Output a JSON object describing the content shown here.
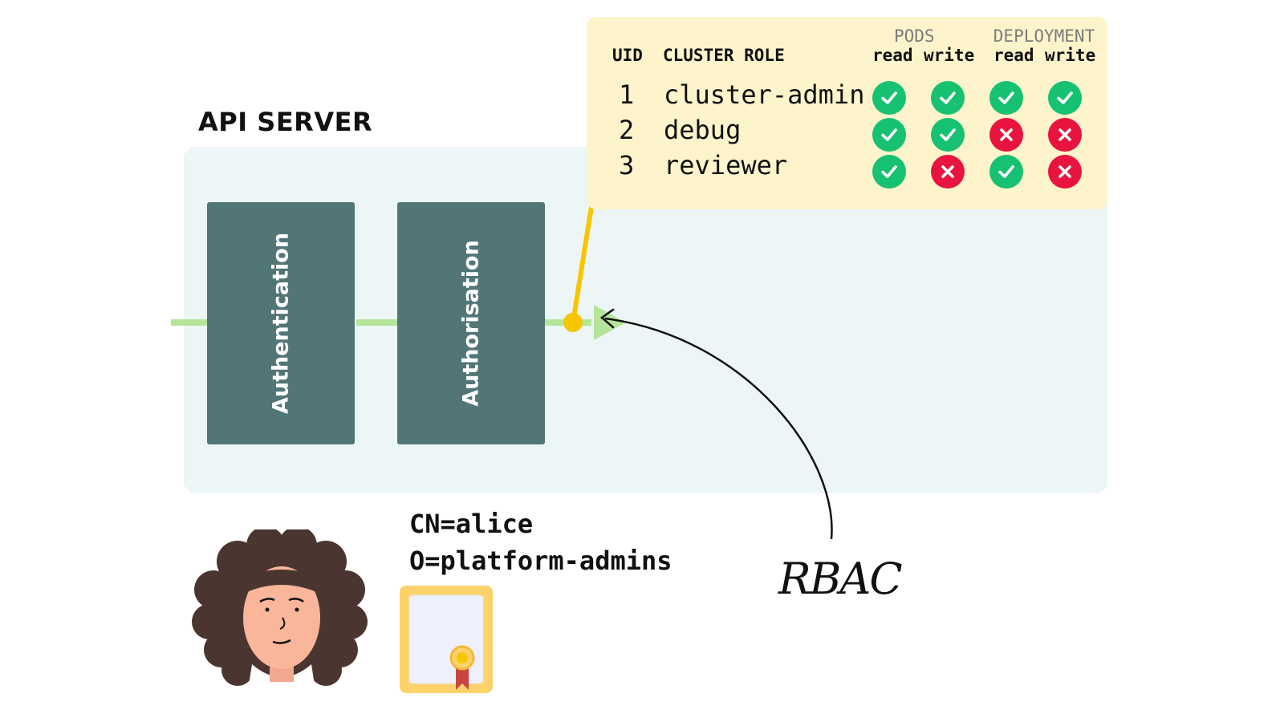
{
  "api_server": {
    "title": "API SERVER",
    "stages": [
      {
        "label": "Authentication"
      },
      {
        "label": "Authorisation"
      }
    ]
  },
  "rbac_table": {
    "columns": {
      "uid": "UID",
      "cluster_role": "CLUSTER ROLE",
      "groups": [
        {
          "name": "PODS",
          "cols": [
            "read",
            "write"
          ]
        },
        {
          "name": "DEPLOYMENT",
          "cols": [
            "read",
            "write"
          ]
        }
      ]
    },
    "rows": [
      {
        "uid": "1",
        "role": "cluster-admin",
        "perms": [
          true,
          true,
          true,
          true
        ]
      },
      {
        "uid": "2",
        "role": "debug",
        "perms": [
          true,
          true,
          false,
          false
        ]
      },
      {
        "uid": "3",
        "role": "reviewer",
        "perms": [
          true,
          false,
          true,
          false
        ]
      }
    ]
  },
  "identity": {
    "cn": "CN=alice",
    "o": "O=platform-admins"
  },
  "annotation": {
    "label": "RBAC"
  },
  "colors": {
    "panel": "#edf6f6",
    "stage": "#527676",
    "flow": "#b6e59a",
    "connector": "#f7c600",
    "card": "#fdf4cb",
    "allow": "#16c172",
    "deny": "#e8143f"
  }
}
